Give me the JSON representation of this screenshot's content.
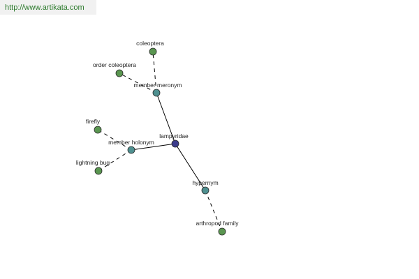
{
  "header": {
    "url_text": "http://www.artikata.com"
  },
  "colors": {
    "center": "#3c3c8c",
    "relation": "#4f9090",
    "leaf": "#5a9650"
  },
  "graph": {
    "nodes": [
      {
        "id": "lampyridae",
        "label": "lampyridae",
        "kind": "center",
        "icon": "center-node"
      },
      {
        "id": "member-meronym",
        "label": "member meronym",
        "kind": "relation",
        "icon": "relation-node"
      },
      {
        "id": "member-holonym",
        "label": "member holonym",
        "kind": "relation",
        "icon": "relation-node"
      },
      {
        "id": "hypernym",
        "label": "hypernym",
        "kind": "relation",
        "icon": "relation-node"
      },
      {
        "id": "coleoptera",
        "label": "coleoptera",
        "kind": "leaf",
        "icon": "leaf-node"
      },
      {
        "id": "order-coleoptera",
        "label": "order coleoptera",
        "kind": "leaf",
        "icon": "leaf-node"
      },
      {
        "id": "firefly",
        "label": "firefly",
        "kind": "leaf",
        "icon": "leaf-node"
      },
      {
        "id": "lightning-bug",
        "label": "lightning bug",
        "kind": "leaf",
        "icon": "leaf-node"
      },
      {
        "id": "arthropod-family",
        "label": "arthropod family",
        "kind": "leaf",
        "icon": "leaf-node"
      }
    ],
    "edges": [
      {
        "from": "lampyridae",
        "to": "member-meronym",
        "style": "solid"
      },
      {
        "from": "lampyridae",
        "to": "member-holonym",
        "style": "solid"
      },
      {
        "from": "lampyridae",
        "to": "hypernym",
        "style": "solid"
      },
      {
        "from": "member-meronym",
        "to": "coleoptera",
        "style": "dashed"
      },
      {
        "from": "member-meronym",
        "to": "order-coleoptera",
        "style": "dashed"
      },
      {
        "from": "member-holonym",
        "to": "firefly",
        "style": "dashed"
      },
      {
        "from": "member-holonym",
        "to": "lightning-bug",
        "style": "dashed"
      },
      {
        "from": "hypernym",
        "to": "arthropod-family",
        "style": "dashed"
      }
    ]
  }
}
